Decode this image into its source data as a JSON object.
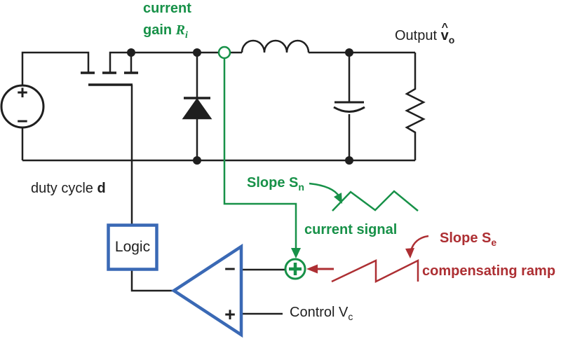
{
  "colors": {
    "green": "#179148",
    "red": "#ad2f33",
    "blue": "#3a69b5",
    "black": "#1f1f1f"
  },
  "schematic": {
    "current_gain": {
      "line1": "current",
      "line2_prefix": "gain ",
      "symbol": "R",
      "symbol_sub": "i"
    },
    "output": {
      "prefix": "Output ",
      "symbol": "v",
      "hat": "^",
      "symbol_sub": "o"
    },
    "duty_cycle": {
      "prefix": "duty cycle ",
      "symbol": "d"
    },
    "logic_label": "Logic",
    "slope_sn": {
      "prefix": "Slope S",
      "sub": "n"
    },
    "current_signal_label": "current signal",
    "slope_se": {
      "prefix": "Slope S",
      "sub": "e"
    },
    "compensating_ramp_label": "compensating ramp",
    "control": {
      "prefix": "Control ",
      "symbol": "V",
      "symbol_sub": "c"
    },
    "comparator": {
      "minus": "−",
      "plus": "+"
    },
    "source": {
      "plus": "+",
      "minus": "−"
    }
  }
}
